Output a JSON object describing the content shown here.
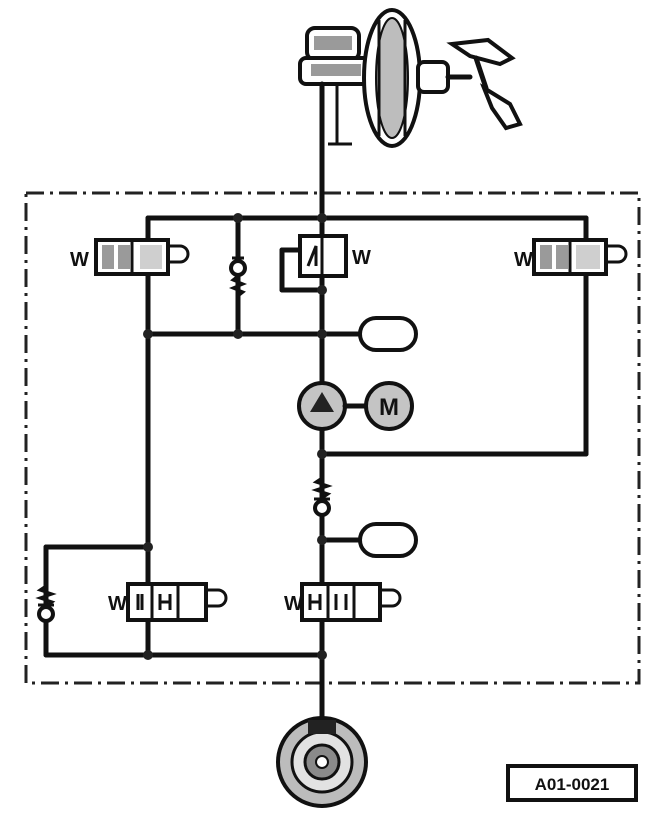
{
  "diagram": {
    "title": "",
    "reference_code": "A01-0021",
    "motor_symbol": "M",
    "valve_spring_symbol": "W",
    "colors": {
      "ink": "#111111",
      "shade": "#9a9a9a",
      "paper": "#ffffff"
    },
    "components": [
      {
        "id": "master-cylinder-booster",
        "icon": "brake-booster-icon"
      },
      {
        "id": "brake-pedal",
        "icon": "brake-pedal-icon"
      },
      {
        "id": "pump-motor",
        "icon": "motor-icon"
      },
      {
        "id": "accumulator-upper",
        "icon": "accumulator-icon"
      },
      {
        "id": "accumulator-lower",
        "icon": "accumulator-icon"
      },
      {
        "id": "wheel-brake",
        "icon": "wheel-brake-icon"
      }
    ]
  }
}
